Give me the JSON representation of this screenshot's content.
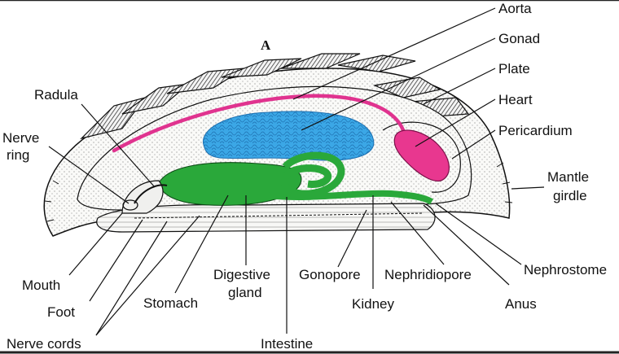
{
  "diagram": {
    "panel_label": "A",
    "colors": {
      "aorta": "#e0338f",
      "gonad": "#3ba7e6",
      "heart": "#e8378f",
      "digestive": "#2aa83a",
      "outline": "#111111",
      "body_fill": "#f4f4f2"
    },
    "labels": {
      "aorta": "Aorta",
      "gonad": "Gonad",
      "plate": "Plate",
      "heart": "Heart",
      "pericardium": "Pericardium",
      "mantle_girdle_1": "Mantle",
      "mantle_girdle_2": "girdle",
      "nephrostome": "Nephrostome",
      "radula": "Radula",
      "nerve_ring_1": "Nerve",
      "nerve_ring_2": "ring",
      "mouth": "Mouth",
      "foot": "Foot",
      "nerve_cords": "Nerve cords",
      "stomach": "Stomach",
      "digestive_gland_1": "Digestive",
      "digestive_gland_2": "gland",
      "intestine": "Intestine",
      "gonopore": "Gonopore",
      "kidney": "Kidney",
      "nephridiopore": "Nephridiopore",
      "anus": "Anus"
    }
  }
}
